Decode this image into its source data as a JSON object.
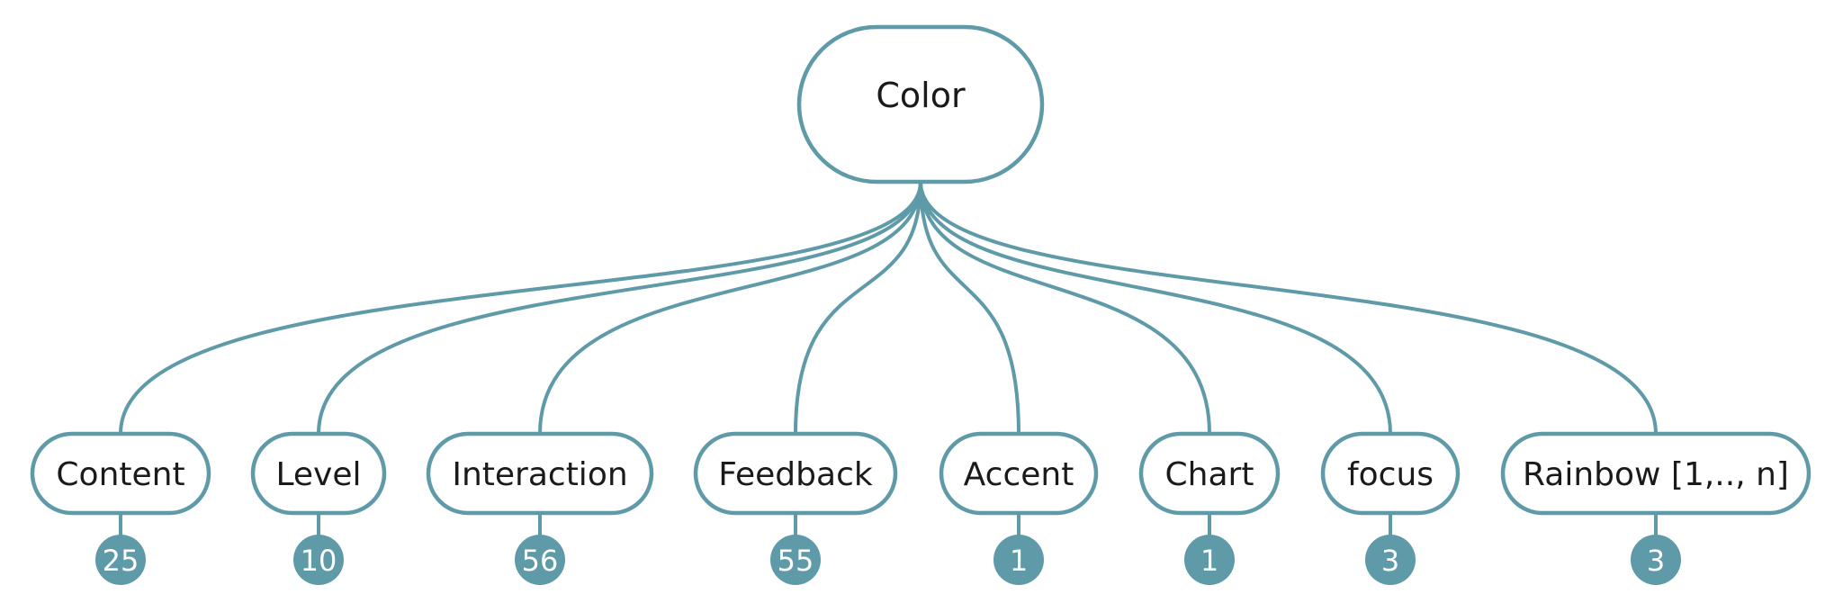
{
  "root": {
    "label": "Color"
  },
  "children": [
    {
      "id": "content",
      "label": "Content",
      "count": "25"
    },
    {
      "id": "level",
      "label": "Level",
      "count": "10"
    },
    {
      "id": "interaction",
      "label": "Interaction",
      "count": "56"
    },
    {
      "id": "feedback",
      "label": "Feedback",
      "count": "55"
    },
    {
      "id": "accent",
      "label": "Accent",
      "count": "1"
    },
    {
      "id": "chart",
      "label": "Chart",
      "count": "1"
    },
    {
      "id": "focus",
      "label": "focus",
      "count": "3"
    },
    {
      "id": "rainbow",
      "label": "Rainbow [1,.., n]",
      "count": "3"
    }
  ],
  "colors": {
    "stroke": "#5f9aa8",
    "badge": "#5f9aa8",
    "text": "#1a1a1a",
    "badge_text": "#ffffff"
  }
}
